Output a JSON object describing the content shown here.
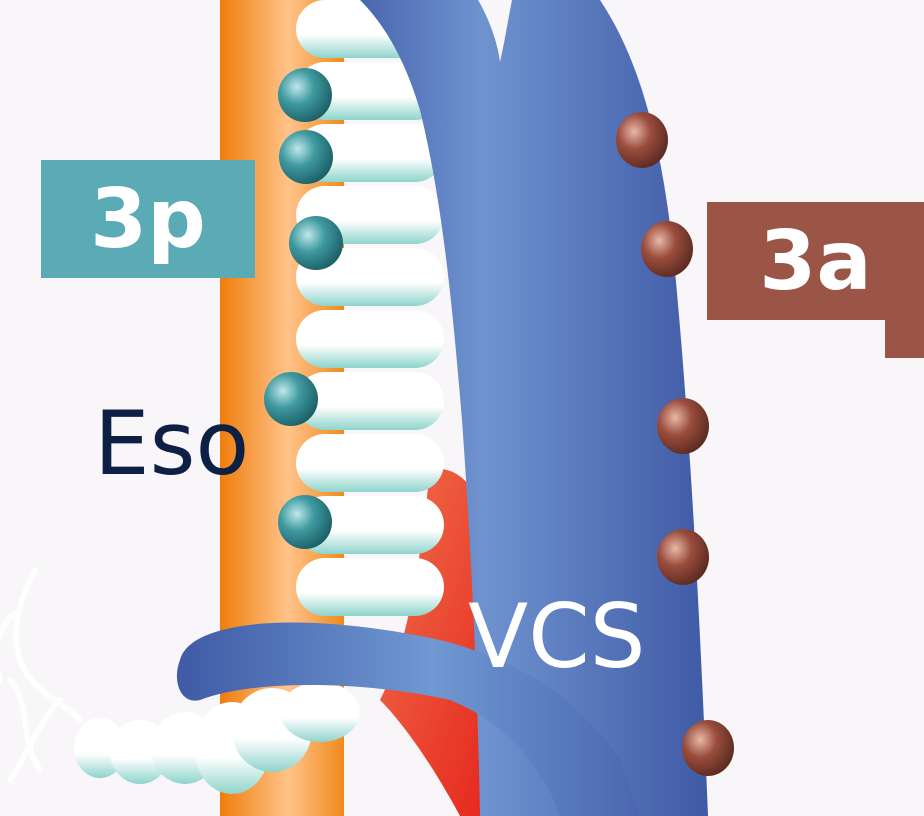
{
  "labels": {
    "node_3p": "3p",
    "node_3a": "3a",
    "esophagus": "Eso",
    "vena_cava": "VCS"
  },
  "colors": {
    "background": "#f8f6f8",
    "esophagus": "#f08a1c",
    "vena_cava": "#4f6fb8",
    "artery": "#e8552f",
    "trachea_ring": "#ffffff",
    "posterior_node": "#2e8a8f",
    "anterior_node": "#8a3f32",
    "box_3p": "#5aabb5",
    "box_3a": "#9b5546",
    "eso_text": "#0e1f45"
  }
}
